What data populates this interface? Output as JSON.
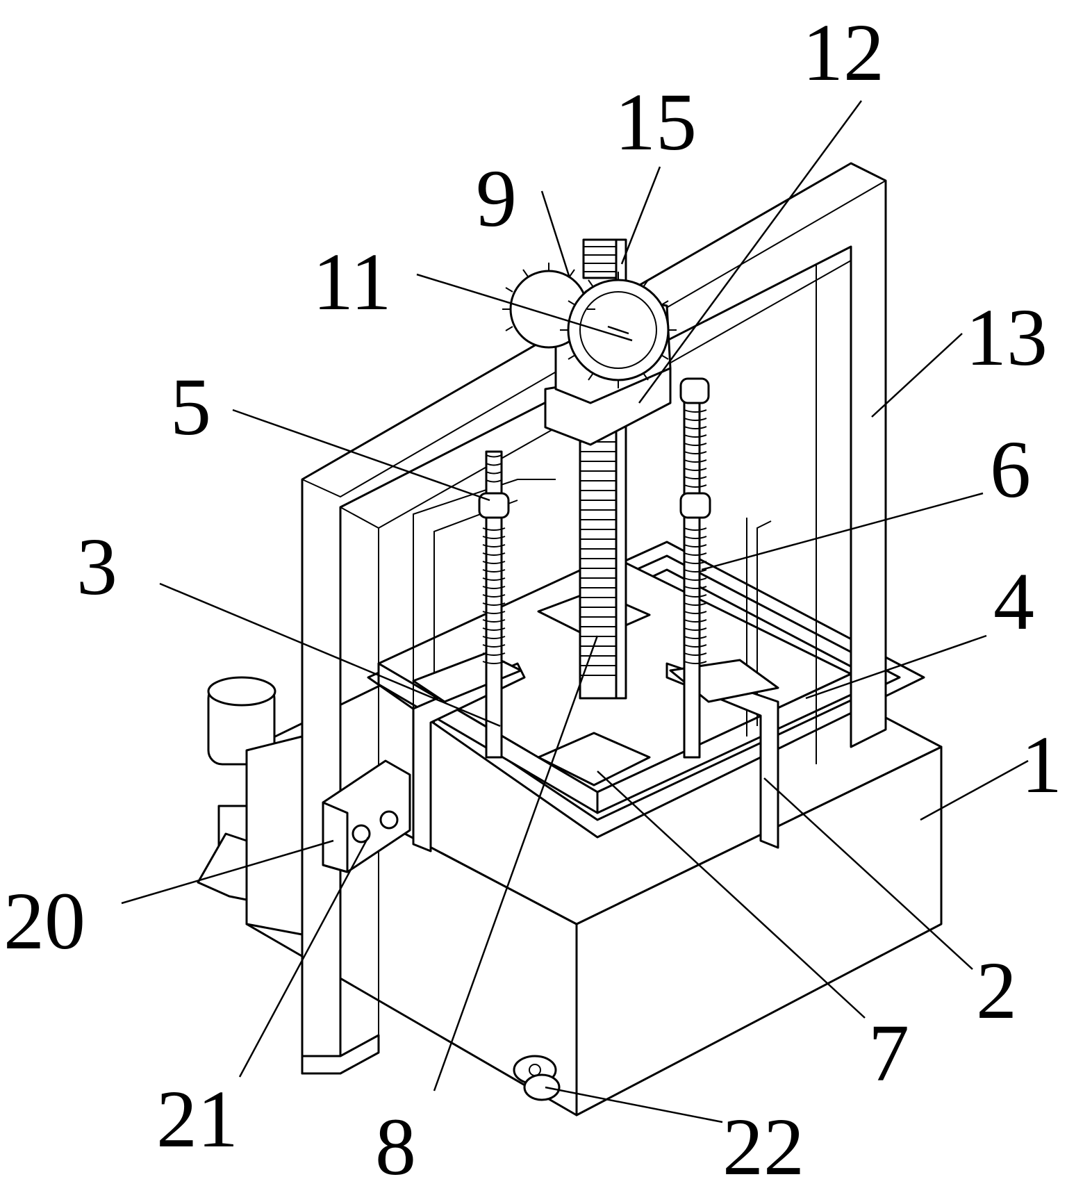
{
  "labels": [
    {
      "id": "1",
      "text": "1"
    },
    {
      "id": "2",
      "text": "2"
    },
    {
      "id": "3",
      "text": "3"
    },
    {
      "id": "4",
      "text": "4"
    },
    {
      "id": "5",
      "text": "5"
    },
    {
      "id": "6",
      "text": "6"
    },
    {
      "id": "7",
      "text": "7"
    },
    {
      "id": "8",
      "text": "8"
    },
    {
      "id": "9",
      "text": "9"
    },
    {
      "id": "11",
      "text": "11"
    },
    {
      "id": "12",
      "text": "12"
    },
    {
      "id": "13",
      "text": "13"
    },
    {
      "id": "15",
      "text": "15"
    },
    {
      "id": "20",
      "text": "20"
    },
    {
      "id": "21",
      "text": "21"
    },
    {
      "id": "22",
      "text": "22"
    }
  ]
}
